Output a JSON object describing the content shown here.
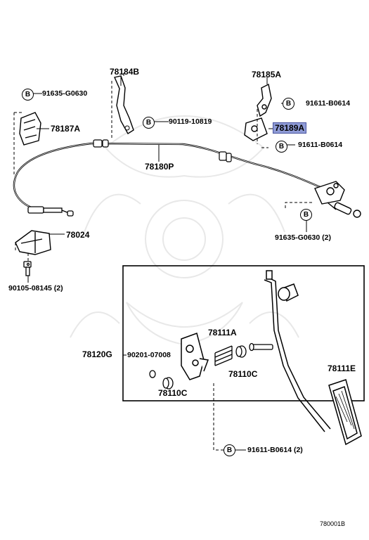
{
  "callouts": {
    "p78184B": "78184B",
    "p91635_top": "91635-G0630",
    "p78187A": "78187A",
    "p90119": "90119-10819",
    "p78180P": "78180P",
    "p78185A": "78185A",
    "p91611_a": "91611-B0614",
    "p78189A": "78189A",
    "p91611_b": "91611-B0614",
    "p91635_right": "91635-G0630 (2)",
    "p78024": "78024",
    "p90105": "90105-08145 (2)",
    "p78111A": "78111A",
    "p78120G": "78120G",
    "p90201": "90201-07008",
    "p78110C_a": "78110C",
    "p78110C_b": "78110C",
    "p78111E": "78111E",
    "p91611_bottom": "91611-B0614 (2)"
  },
  "bolt_symbol": "B",
  "diagram_code": "780001B",
  "colors": {
    "highlight": "#8f9bd6",
    "line": "#000000",
    "watermark": "#e6e6e6"
  }
}
